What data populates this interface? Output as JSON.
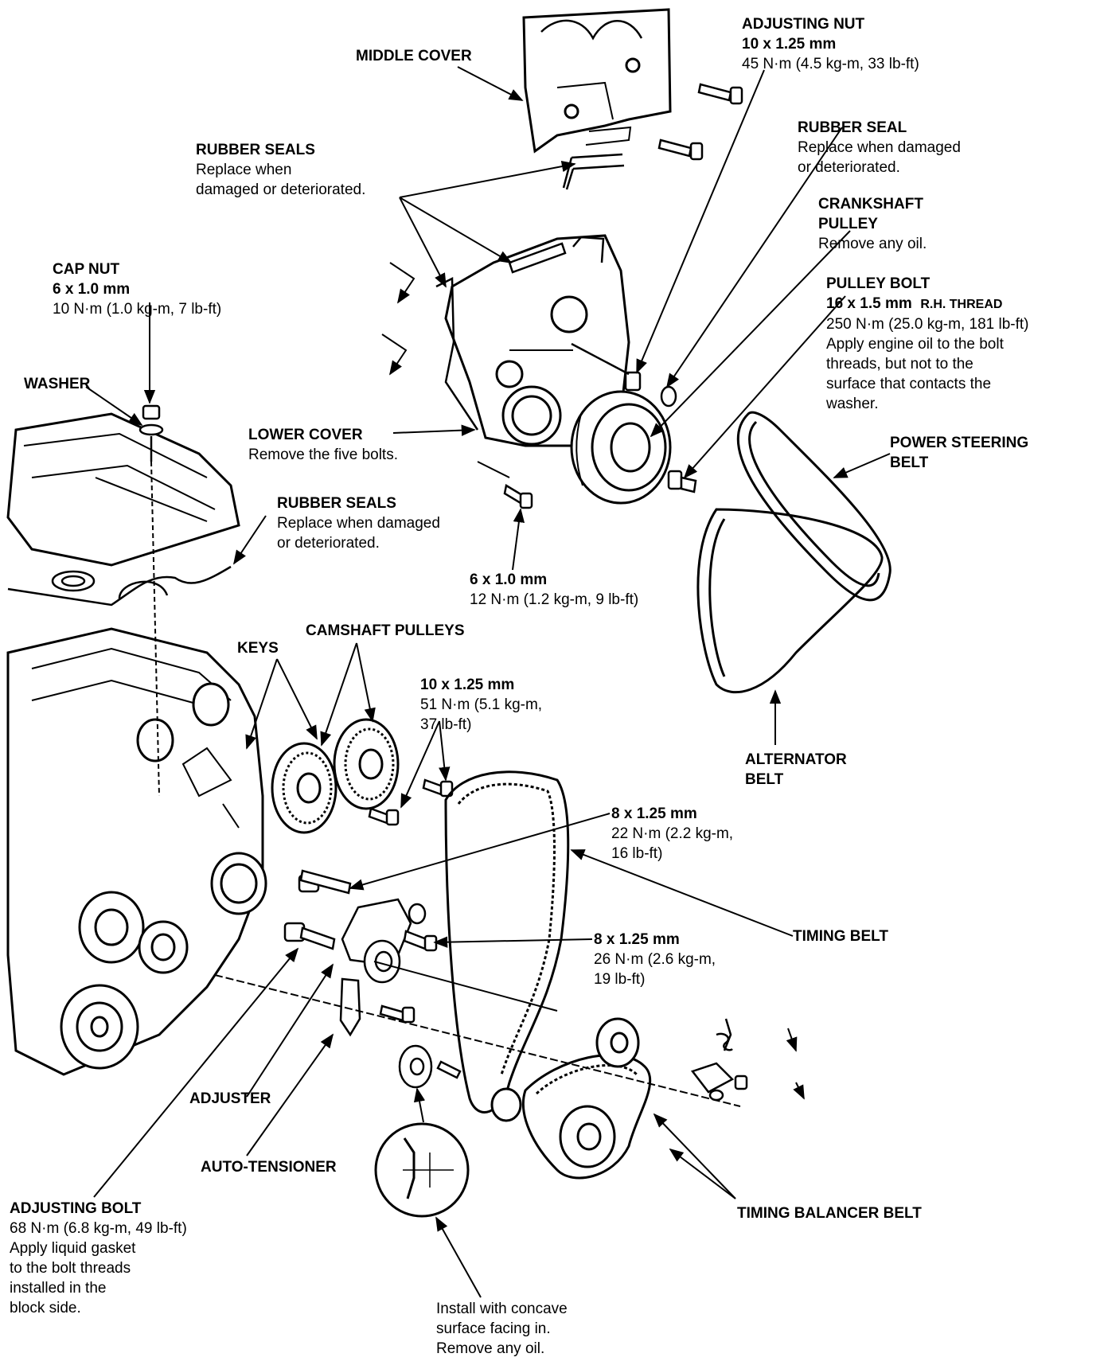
{
  "labels": {
    "middle_cover": "MIDDLE COVER",
    "adjusting_nut": {
      "title": "ADJUSTING NUT",
      "size": "10 x 1.25 mm",
      "torque": "45 N·m (4.5 kg-m, 33 lb-ft)"
    },
    "rubber_seals_top": {
      "title": "RUBBER SEALS",
      "line1": "Replace when",
      "line2": "damaged or deteriorated."
    },
    "rubber_seal": {
      "title": "RUBBER SEAL",
      "line1": "Replace when damaged",
      "line2": "or deteriorated."
    },
    "crankshaft_pulley": {
      "title1": "CRANKSHAFT",
      "title2": "PULLEY",
      "note": "Remove any oil."
    },
    "cap_nut": {
      "title": "CAP NUT",
      "size": "6 x 1.0 mm",
      "torque": "10 N·m (1.0 kg-m, 7 lb-ft)"
    },
    "pulley_bolt": {
      "title": "PULLEY BOLT",
      "size": "16 x 1.5 mm",
      "thread": "R.H. THREAD",
      "torque": "250 N·m (25.0 kg-m, 181 lb-ft)",
      "line1": "Apply engine oil to the bolt",
      "line2": "threads, but not to the",
      "line3": "surface that contacts the",
      "line4": "washer."
    },
    "washer": "WASHER",
    "lower_cover": {
      "title": "LOWER COVER",
      "note": "Remove the five bolts."
    },
    "power_steering_belt": {
      "line1": "POWER STEERING",
      "line2": "BELT"
    },
    "rubber_seals_mid": {
      "title": "RUBBER SEALS",
      "line1": "Replace when damaged",
      "line2": "or deteriorated."
    },
    "bolt_6x1": {
      "size": "6 x 1.0 mm",
      "torque": "12 N·m (1.2 kg-m, 9 lb-ft)"
    },
    "keys": "KEYS",
    "camshaft_pulleys": "CAMSHAFT PULLEYS",
    "bolt_10x125": {
      "size": "10 x 1.25 mm",
      "line1": "51 N·m (5.1 kg-m,",
      "line2": "37 lb-ft)"
    },
    "alternator_belt": {
      "line1": "ALTERNATOR",
      "line2": "BELT"
    },
    "bolt_8x125_a": {
      "size": "8 x 1.25 mm",
      "line1": "22 N·m (2.2 kg-m,",
      "line2": "16 lb-ft)"
    },
    "timing_belt": "TIMING BELT",
    "bolt_8x125_b": {
      "size": "8 x 1.25 mm",
      "line1": "26 N·m (2.6 kg-m,",
      "line2": "19 lb-ft)"
    },
    "adjuster": "ADJUSTER",
    "auto_tensioner": "AUTO-TENSIONER",
    "timing_balancer_belt": "TIMING BALANCER BELT",
    "adjusting_bolt": {
      "title": "ADJUSTING BOLT",
      "torque": "68 N·m (6.8 kg-m, 49 lb-ft)",
      "line1": "Apply liquid gasket",
      "line2": "to the bolt threads",
      "line3": "installed in the",
      "line4": "block side."
    },
    "install_note": {
      "line1": "Install with concave",
      "line2": "surface facing in.",
      "line3": "Remove any oil."
    }
  }
}
